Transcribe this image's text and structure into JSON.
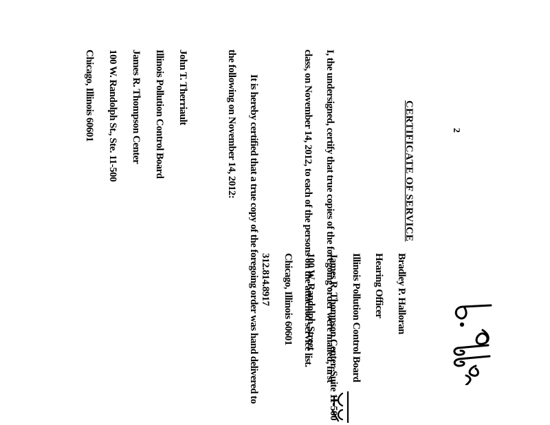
{
  "page_number": "2",
  "title": "CERTIFICATE OF SERVICE",
  "certification_paragraph": [
    "I, the undersigned, certify that true copies of the foregoing order were mailed, first",
    "class, on November 14, 2012, to each of the persons on the attached service list."
  ],
  "hand_delivery_paragraph": [
    "It is hereby certified that a true copy of the foregoing order was hand delivered to",
    "the following on November 14, 2012:"
  ],
  "recipient_address": [
    "John T. Therriault",
    "Illinois Pollution Control Board",
    "James R. Thompson Center",
    "100 W. Randolph St., Ste. 11-500",
    "Chicago, Illinois 60601"
  ],
  "signer_block": [
    "Bradley P. Halloran",
    "Hearing Officer",
    "Illinois Pollution Control Board",
    "James R. Thompson Center, Suite 11-500",
    "100 W. Randolph Street",
    "Chicago, Illinois 60601",
    "312.814.8917"
  ],
  "signature_text": "B. Halloran"
}
